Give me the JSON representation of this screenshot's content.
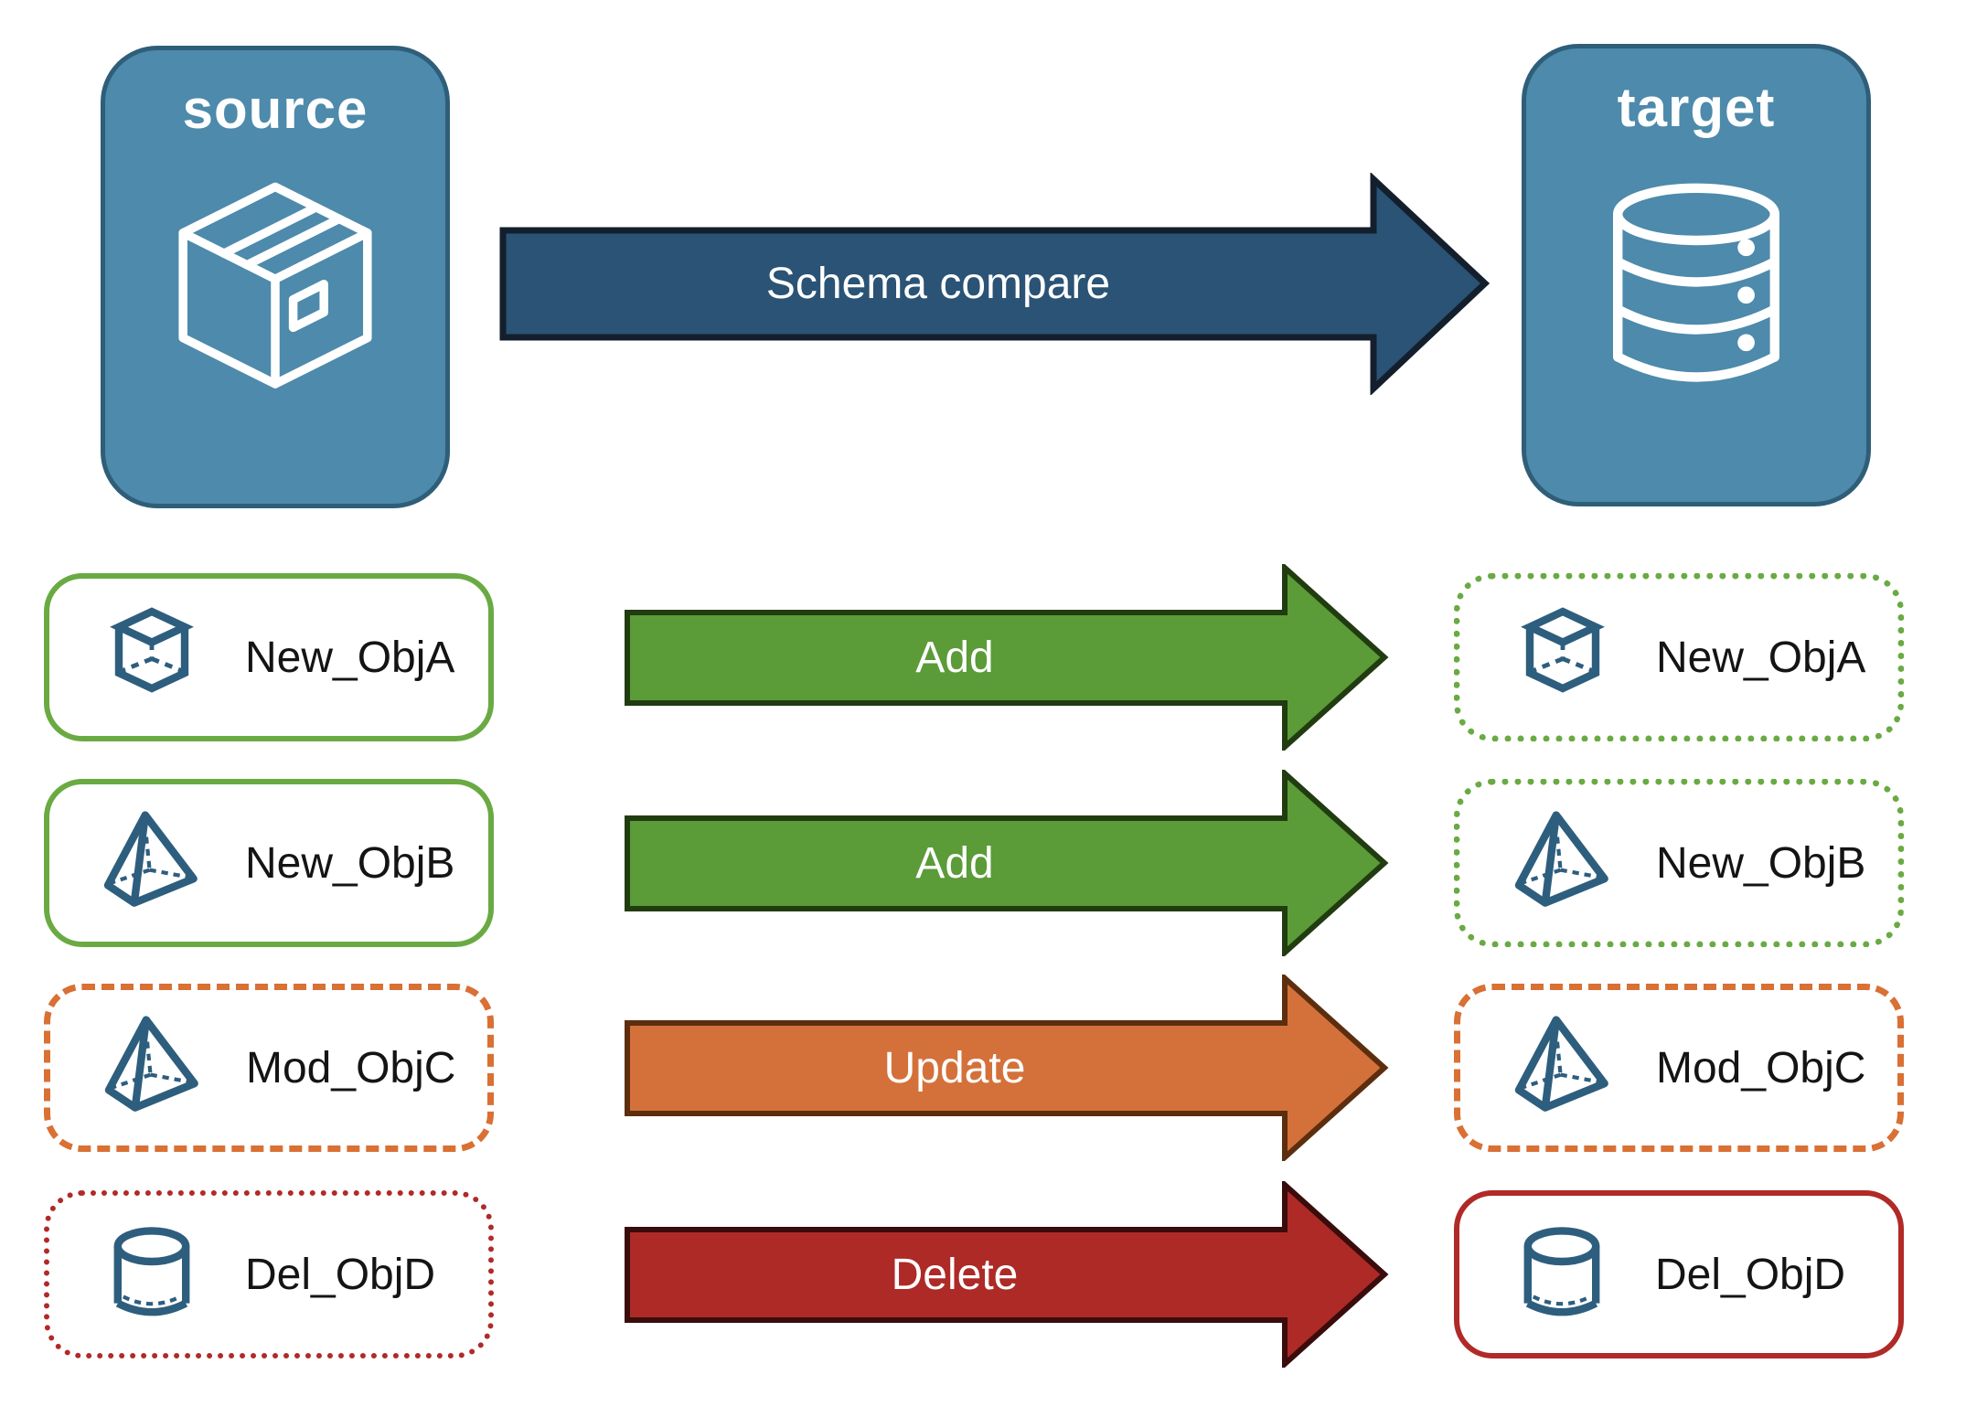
{
  "diagram": {
    "source_node": {
      "title": "source",
      "icon": "package-icon"
    },
    "target_node": {
      "title": "target",
      "icon": "database-icon"
    },
    "main_arrow": {
      "label": "Schema compare",
      "fill": "#2a5375",
      "border": "#131f2c"
    },
    "rows": [
      {
        "name": "New_ObjA",
        "icon": "cube-icon",
        "action": "Add",
        "action_fill": "#5b9b38",
        "action_border": "#213c10",
        "source_border_style": "solid-green",
        "target_border_style": "dotted-green"
      },
      {
        "name": "New_ObjB",
        "icon": "pyramid-icon",
        "action": "Add",
        "action_fill": "#5b9b38",
        "action_border": "#213c10",
        "source_border_style": "solid-green",
        "target_border_style": "dotted-green"
      },
      {
        "name": "Mod_ObjC",
        "icon": "pyramid-icon",
        "action": "Update",
        "action_fill": "#d4713a",
        "action_border": "#5c2e0e",
        "source_border_style": "dashed-orange",
        "target_border_style": "dashed-orange"
      },
      {
        "name": "Del_ObjD",
        "icon": "cylinder-icon",
        "action": "Delete",
        "action_fill": "#ad2a27",
        "action_border": "#3a0c0c",
        "source_border_style": "dotted-red",
        "target_border_style": "solid-red"
      }
    ],
    "colors": {
      "node_fill": "#4d8aab",
      "node_border": "#2f5e78",
      "green_border": "#6aaa43",
      "orange_border": "#d97034",
      "red_border": "#b02a28",
      "object_icon_stroke": "#2e5e7e",
      "label_text": "#141414",
      "arrow_text": "#ffffff"
    }
  }
}
